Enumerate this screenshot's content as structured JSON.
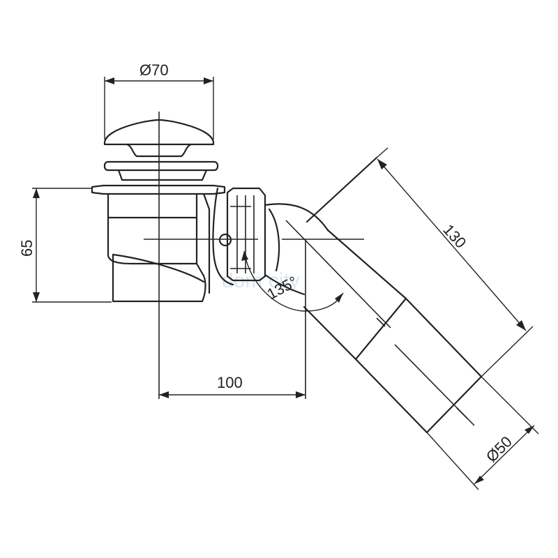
{
  "dimensions": {
    "cap_diameter": "Ø70",
    "height": "65",
    "offset": "100",
    "length": "130",
    "angle": "135°",
    "outlet_diameter": "Ø50"
  },
  "watermark": "dom city"
}
